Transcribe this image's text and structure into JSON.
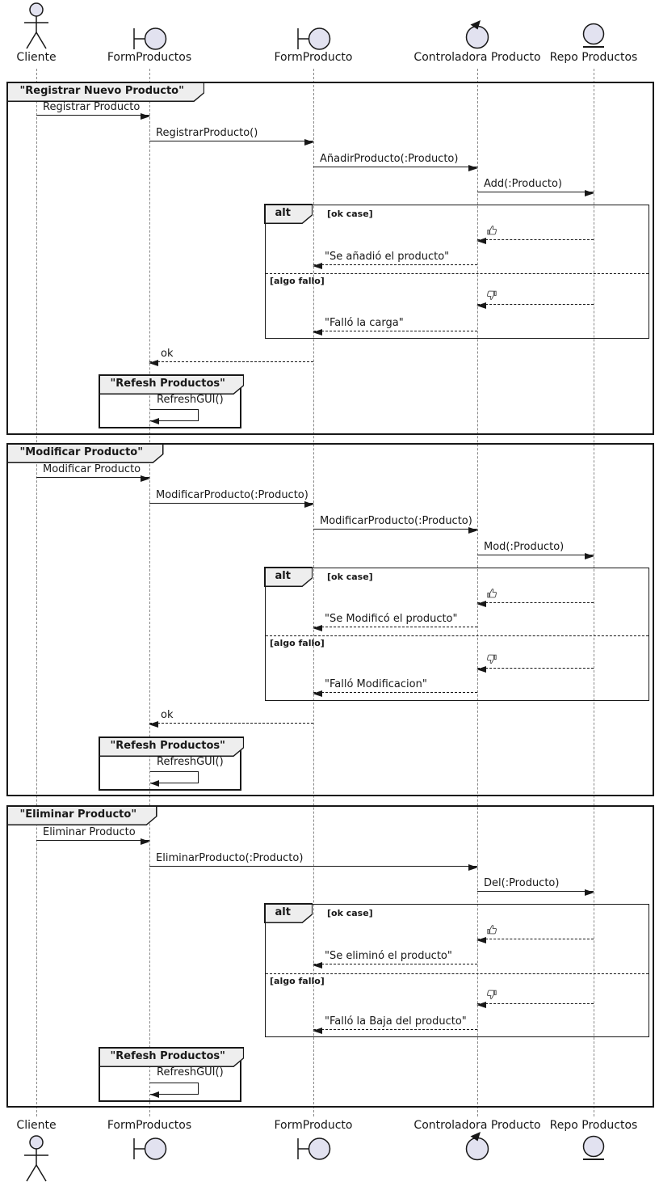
{
  "diagram_type": "uml-sequence",
  "participants": [
    {
      "name": "Cliente",
      "type": "actor"
    },
    {
      "name": "FormProductos",
      "type": "boundary"
    },
    {
      "name": "FormProducto",
      "type": "boundary"
    },
    {
      "name": "Controladora Producto",
      "type": "control"
    },
    {
      "name": "Repo Productos",
      "type": "entity"
    }
  ],
  "colors": {
    "shape_fill": "#E2E2F0",
    "stroke": "#181818",
    "tab_bg": "#EEEEEE",
    "lifeline": "#888888"
  },
  "frames": [
    {
      "title": "\"Registrar Nuevo Producto\"",
      "m1": "Registrar Producto",
      "m2": "RegistrarProducto()",
      "m3": "AñadirProducto(:Producto)",
      "m4": "Add(:Producto)",
      "alt": {
        "label": "alt",
        "guard_ok": "[ok case]",
        "ok_icon": "thumbs-up",
        "ok_reply": "\"Se añadió el producto\"",
        "guard_fail": "[algo fallo]",
        "fail_icon": "thumbs-down",
        "fail_reply": "\"Falló la carga\""
      },
      "reply_ok": "ok",
      "subframe_title": "\"Refesh Productos\"",
      "subframe_message": "RefreshGUI()"
    },
    {
      "title": "\"Modificar Producto\"",
      "m1": "Modificar Producto",
      "m2": "ModificarProducto(:Producto)",
      "m3": "ModificarProducto(:Producto)",
      "m4": "Mod(:Producto)",
      "alt": {
        "label": "alt",
        "guard_ok": "[ok case]",
        "ok_icon": "thumbs-up",
        "ok_reply": "\"Se Modificó el producto\"",
        "guard_fail": "[algo fallo]",
        "fail_icon": "thumbs-down",
        "fail_reply": "\"Falló Modificacion\""
      },
      "reply_ok": "ok",
      "subframe_title": "\"Refesh Productos\"",
      "subframe_message": "RefreshGUI()"
    },
    {
      "title": "\"Eliminar Producto\"",
      "m1": "Eliminar Producto",
      "m2": "EliminarProducto(:Producto)",
      "m3": "Del(:Producto)",
      "alt": {
        "label": "alt",
        "guard_ok": "[ok case]",
        "ok_icon": "thumbs-up",
        "ok_reply": "\"Se eliminó el producto\"",
        "guard_fail": "[algo fallo]",
        "fail_icon": "thumbs-down",
        "fail_reply": "\"Falló la Baja del producto\""
      },
      "subframe_title": "\"Refesh Productos\"",
      "subframe_message": "RefreshGUI()"
    }
  ]
}
